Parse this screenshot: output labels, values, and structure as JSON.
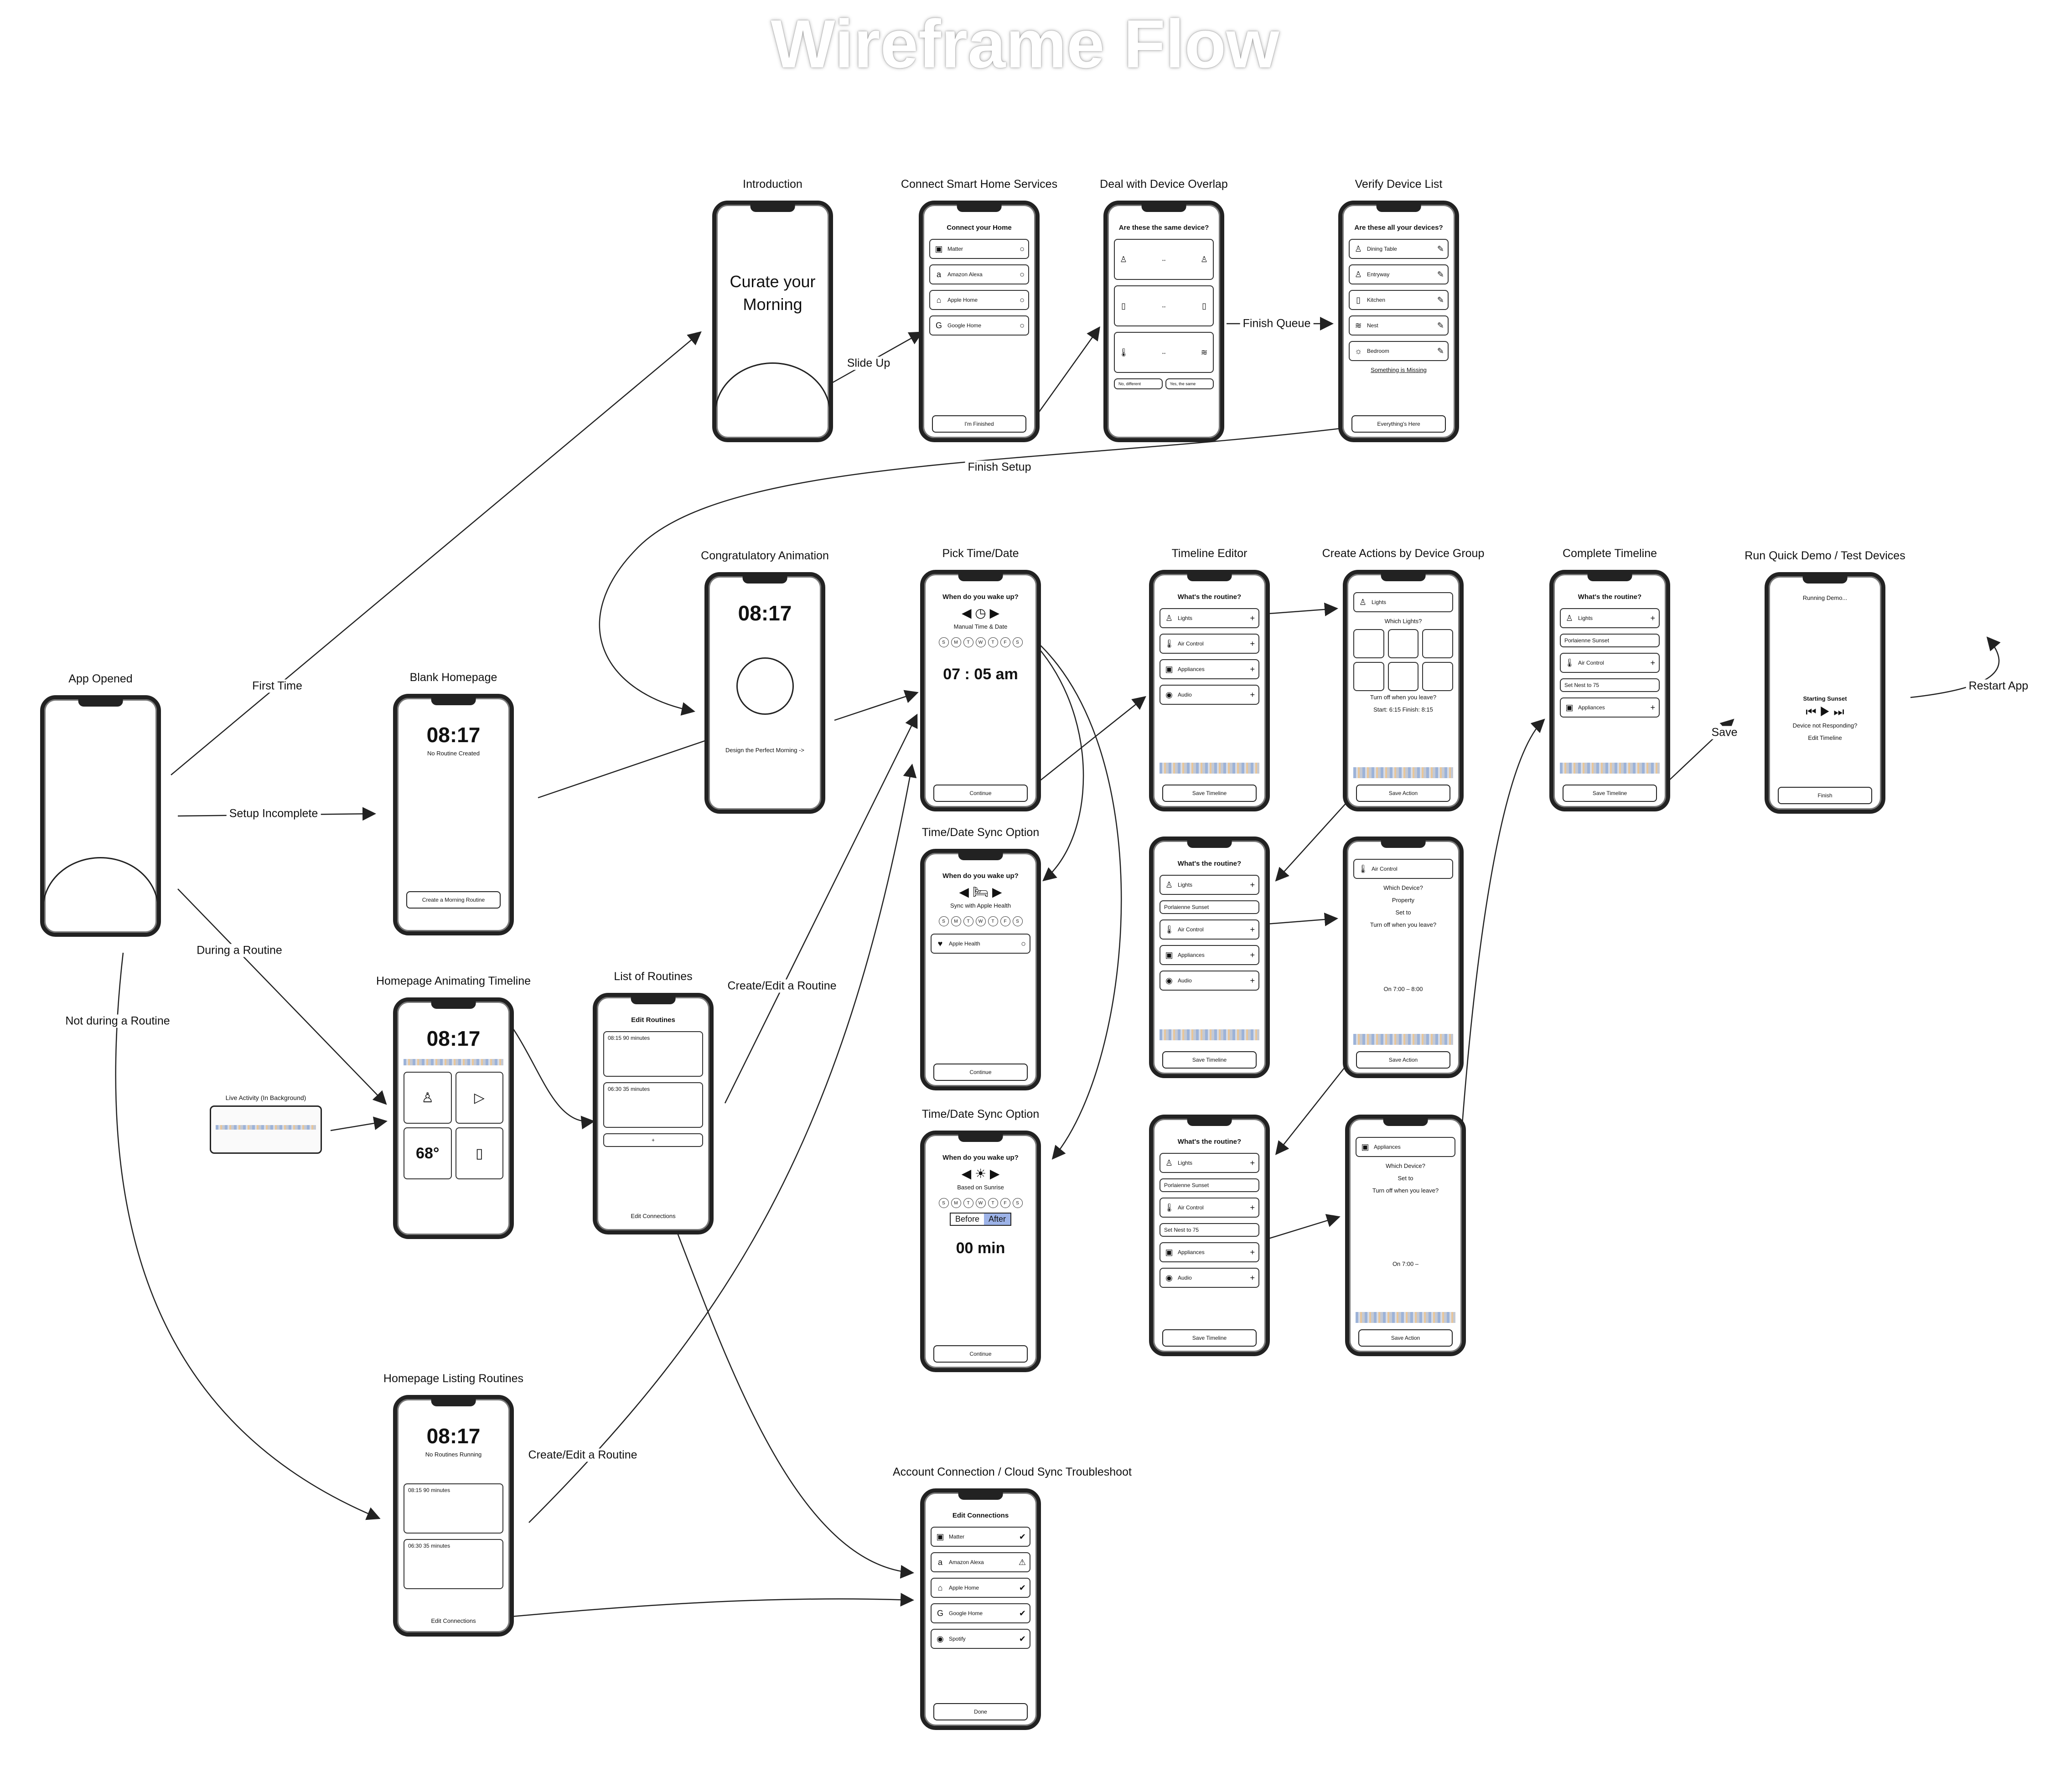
{
  "title": "Wireframe Flow",
  "screens": {
    "app_opened": {
      "title": "App Opened"
    },
    "introduction": {
      "title": "Introduction",
      "headline": "Curate your Morning"
    },
    "connect": {
      "title": "Connect Smart Home Services",
      "header": "Connect your Home",
      "items": [
        "Matter",
        "Amazon Alexa",
        "Apple Home",
        "Google Home"
      ],
      "button": "I'm Finished"
    },
    "overlap": {
      "title": "Deal with Device Overlap",
      "header": "Are these the same device?",
      "no_button": "No, different",
      "yes_button": "Yes, the same"
    },
    "verify": {
      "title": "Verify Device List",
      "header": "Are these all your devices?",
      "items": [
        "Dining Table",
        "Entryway",
        "Kitchen",
        "Nest",
        "Bedroom"
      ],
      "missing": "Something is Missing",
      "button": "Everything's Here"
    },
    "blank_home": {
      "title": "Blank Homepage",
      "time": "08:17",
      "subtitle": "No Routine Created",
      "button": "Create a Morning Routine"
    },
    "congrats": {
      "title": "Congratulatory Animation",
      "time": "08:17",
      "caption": "Design the Perfect Morning ->"
    },
    "pick_time": {
      "title": "Pick Time/Date",
      "header": "When do you wake up?",
      "mode": "Manual Time & Date",
      "time": "07 : 05  am",
      "button": "Continue"
    },
    "sync1": {
      "title": "Time/Date Sync Option",
      "header": "When do you wake up?",
      "mode": "Sync with Apple Health",
      "item": "Apple Health",
      "button": "Continue"
    },
    "sync2": {
      "title": "Time/Date Sync Option",
      "header": "When do you wake up?",
      "mode": "Based on Sunrise",
      "before": "Before",
      "after": "After",
      "offset": "00  min",
      "button": "Continue"
    },
    "timeline_editor": {
      "title": "Timeline Editor",
      "header": "What's the routine?",
      "items": [
        "Lights",
        "Air Control",
        "Appliances",
        "Audio"
      ],
      "button": "Save Timeline"
    },
    "timeline_editor2": {
      "header": "What's the routine?",
      "items": [
        "Lights",
        "Porlaienne Sunset",
        "Air Control",
        "Appliances",
        "Audio"
      ],
      "button": "Save Timeline"
    },
    "timeline_editor3": {
      "header": "What's the routine?",
      "items": [
        "Lights",
        "Porlaienne Sunset",
        "Air Control",
        "Set Nest to 75",
        "Appliances",
        "Audio"
      ],
      "button": "Save Timeline"
    },
    "actions": {
      "title": "Create Actions by Device Group",
      "device": "Lights",
      "which": "Which Lights?",
      "toggle": "Turn off when you leave?",
      "range": "Start: 6:15     Finish: 8:15",
      "button": "Save Action"
    },
    "actions2": {
      "device": "Air Control",
      "which": "Which Device?",
      "property": "Property",
      "set": "Set to",
      "toggle": "Turn off when you leave?",
      "range": "On 7:00 – 8:00",
      "button": "Save Action"
    },
    "actions3": {
      "device": "Appliances",
      "which": "Which Device?",
      "set": "Set to",
      "toggle": "Turn off when you leave?",
      "range": "On 7:00 –",
      "button": "Save Action"
    },
    "complete": {
      "title": "Complete Timeline",
      "header": "What's the routine?",
      "items": [
        "Lights",
        "Porlaienne Sunset",
        "Air Control",
        "Set Nest to 75",
        "Appliances"
      ],
      "button": "Save Timeline"
    },
    "demo": {
      "title": "Run Quick Demo / Test Devices",
      "header": "Running Demo...",
      "step": "Starting Sunset",
      "warning": "Device not Responding?",
      "edit": "Edit Timeline",
      "button": "Finish"
    },
    "animating": {
      "title": "Homepage Animating Timeline",
      "time": "08:17",
      "temp": "68°"
    },
    "live_activity": {
      "title": "Live Activity (In Background)"
    },
    "list_routines": {
      "title": "List of Routines",
      "header": "Edit Routines",
      "r1": "08:15  90 minutes",
      "r2": "06:30  35 minutes",
      "footer": "Edit Connections"
    },
    "listing": {
      "title": "Homepage Listing Routines",
      "time": "08:17",
      "subtitle": "No Routines Running",
      "r1": "08:15  90 minutes",
      "r2": "06:30  35 minutes",
      "footer": "Edit Connections"
    },
    "account": {
      "title": "Account Connection / Cloud Sync Troubleshoot",
      "header": "Edit Connections",
      "items": [
        "Matter",
        "Amazon Alexa",
        "Apple Home",
        "Google Home",
        "Spotify"
      ],
      "button": "Done"
    }
  },
  "edges": {
    "first_time": "First Time",
    "setup_incomplete": "Setup Incomplete",
    "during_routine": "During a Routine",
    "not_during": "Not during a Routine",
    "slide_up": "Slide Up",
    "finish_queue": "Finish Queue",
    "finish_setup": "Finish Setup",
    "create_edit": "Create/Edit a Routine",
    "create_edit2": "Create/Edit a Routine",
    "save": "Save",
    "restart": "Restart App"
  }
}
